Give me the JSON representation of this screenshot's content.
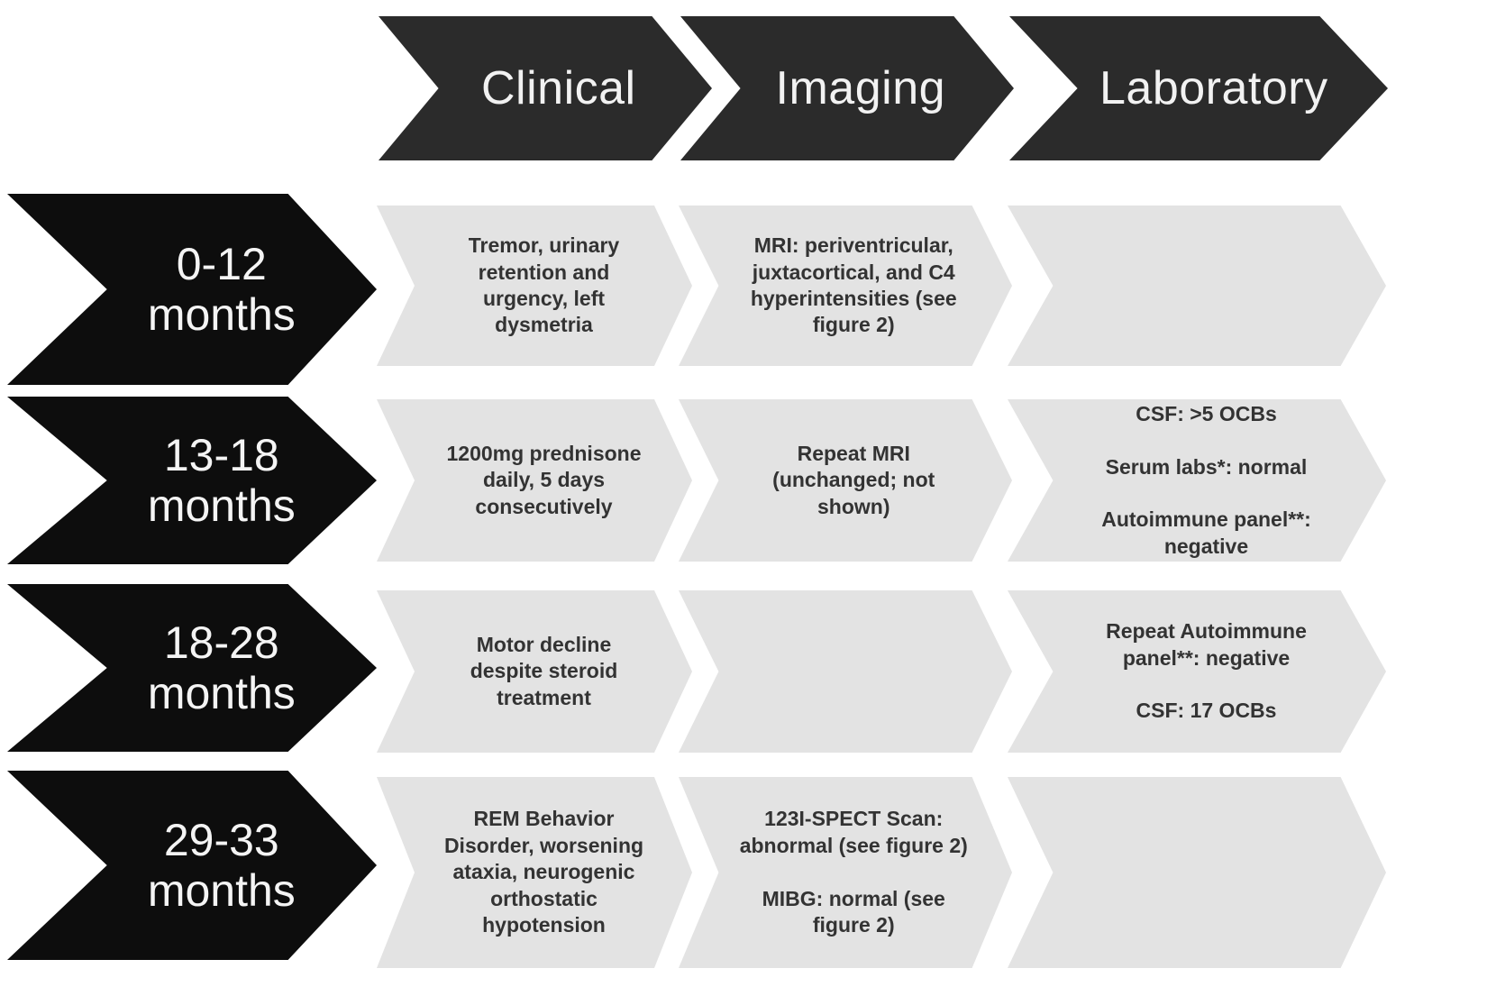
{
  "figure": {
    "type": "clinical-timeline-chevron-diagram",
    "colors": {
      "header_fill": "#2b2b2b",
      "time_label_fill": "#0d0d0d",
      "cell_fill": "#e3e3e3",
      "header_text": "#f2f2f2",
      "cell_text": "#333333",
      "background": "#ffffff"
    }
  },
  "header": {
    "columns": [
      {
        "label": "Clinical"
      },
      {
        "label": "Imaging"
      },
      {
        "label": "Laboratory"
      }
    ]
  },
  "rows": [
    {
      "time": "0-12\nmonths",
      "clinical": "Tremor, urinary\nretention and\nurgency, left\ndysmetria",
      "imaging": "MRI: periventricular,\njuxtacortical, and C4\nhyperintensities (see\nfigure 2)",
      "laboratory": ""
    },
    {
      "time": "13-18\nmonths",
      "clinical": "1200mg prednisone\ndaily, 5 days\nconsecutively",
      "imaging": "Repeat MRI\n(unchanged; not\nshown)",
      "laboratory": "CSF: >5 OCBs\n\nSerum labs*: normal\n\nAutoimmune panel**:\nnegative"
    },
    {
      "time": "18-28\nmonths",
      "clinical": "Motor decline\ndespite steroid\ntreatment",
      "imaging": "",
      "laboratory": "Repeat Autoimmune\npanel**: negative\n\nCSF: 17 OCBs"
    },
    {
      "time": "29-33\nmonths",
      "clinical": "REM Behavior\nDisorder, worsening\nataxia, neurogenic\northostatic\nhypotension",
      "imaging": "123I-SPECT Scan:\nabnormal (see figure 2)\n\nMIBG: normal (see\nfigure 2)",
      "laboratory": ""
    }
  ]
}
